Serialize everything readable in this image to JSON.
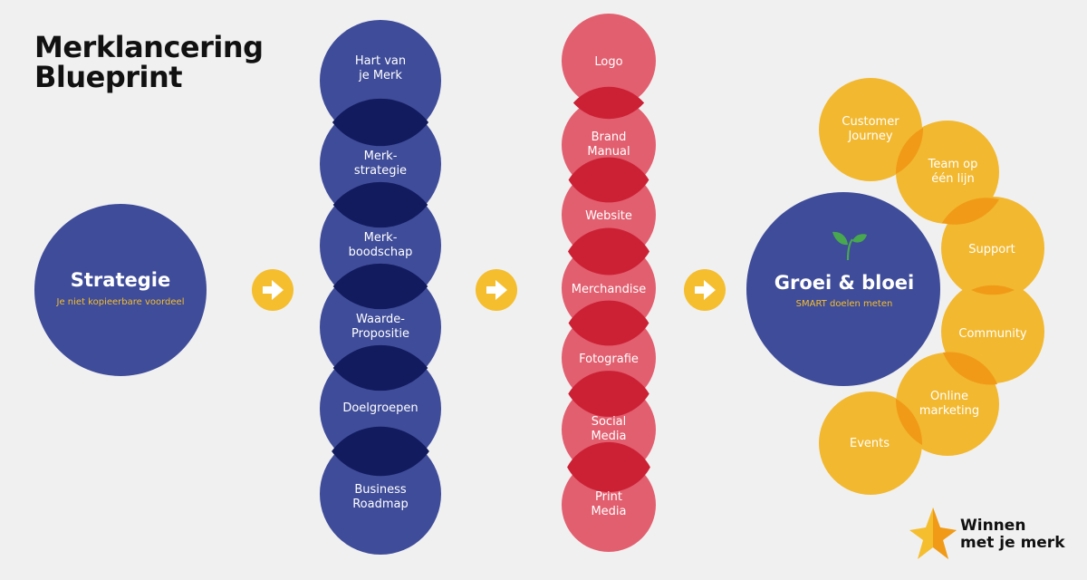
{
  "title": {
    "line1": "Merklancering",
    "line2": "Blueprint"
  },
  "colors": {
    "navy": "#3f4c99",
    "navy_overlap": "#111b5e",
    "pink": "#e25f6f",
    "pink_overlap": "#cc2135",
    "amber": "#f2b82f",
    "amber_overlap": "#f09a18",
    "arrow": "#f5be2e",
    "accent_text": "#f5be2e",
    "sprout": "#47a84f",
    "background": "#f0f0f0"
  },
  "strategy": {
    "title": "Strategie",
    "subtitle": "Je niet kopieerbare voordeel"
  },
  "column1": [
    [
      "Hart van",
      "je Merk"
    ],
    [
      "Merk-",
      "strategie"
    ],
    [
      "Merk-",
      "boodschap"
    ],
    [
      "Waarde-",
      "Propositie"
    ],
    [
      "Doelgroepen"
    ],
    [
      "Business",
      "Roadmap"
    ]
  ],
  "column2": [
    [
      "Logo"
    ],
    [
      "Brand",
      "Manual"
    ],
    [
      "Website"
    ],
    [
      "Merchandise"
    ],
    [
      "Fotografie"
    ],
    [
      "Social",
      "Media"
    ],
    [
      "Print",
      "Media"
    ]
  ],
  "growth": {
    "title": "Groei & bloei",
    "subtitle": "SMART doelen meten",
    "icon": "sprout-icon"
  },
  "orbit": [
    [
      "Customer",
      "Journey"
    ],
    [
      "Team op",
      "één lijn"
    ],
    [
      "Support"
    ],
    [
      "Community"
    ],
    [
      "Online",
      "marketing"
    ],
    [
      "Events"
    ]
  ],
  "logo": {
    "line1": "Winnen",
    "line2": "met je merk",
    "icon": "star-icon"
  }
}
